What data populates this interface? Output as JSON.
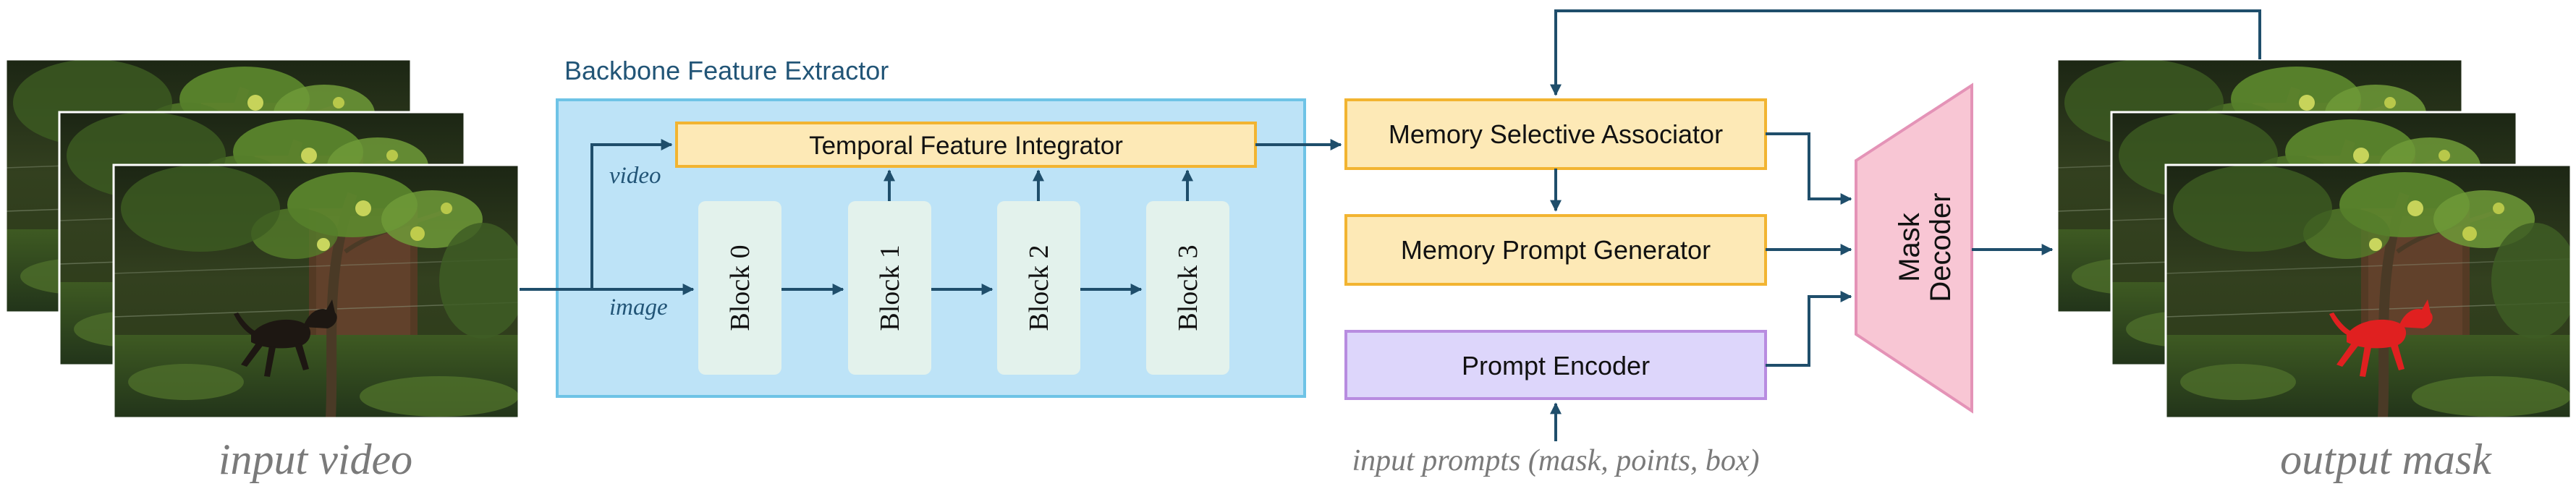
{
  "colors": {
    "line": "#1f4e6b",
    "backbone_fill": "#bde3f7",
    "backbone_stroke": "#6ec3e6",
    "block_fill": "#e3f2ec",
    "yellow_fill": "#fde9b6",
    "yellow_stroke": "#f2b431",
    "prompt_fill": "#ddd6fb",
    "prompt_stroke": "#b88ce0",
    "decoder_fill": "#f8c6d4",
    "decoder_stroke": "#e493b7",
    "title_blue": "#225577",
    "mask_red": "#e02020"
  },
  "input_panel": {
    "caption": "input video"
  },
  "output_panel": {
    "caption": "output mask"
  },
  "backbone": {
    "title": "Backbone Feature Extractor",
    "temporal_label": "Temporal Feature Integrator",
    "video_label": "video",
    "image_label": "image",
    "blocks": [
      "Block 0",
      "Block 1",
      "Block 2",
      "Block 3"
    ]
  },
  "memory": {
    "associator": "Memory Selective Associator",
    "prompt_generator": "Memory Prompt Generator"
  },
  "prompt_encoder": {
    "label": "Prompt Encoder",
    "input_label": "input prompts (mask, points, box)"
  },
  "decoder": {
    "line1": "Mask",
    "line2": "Decoder"
  }
}
